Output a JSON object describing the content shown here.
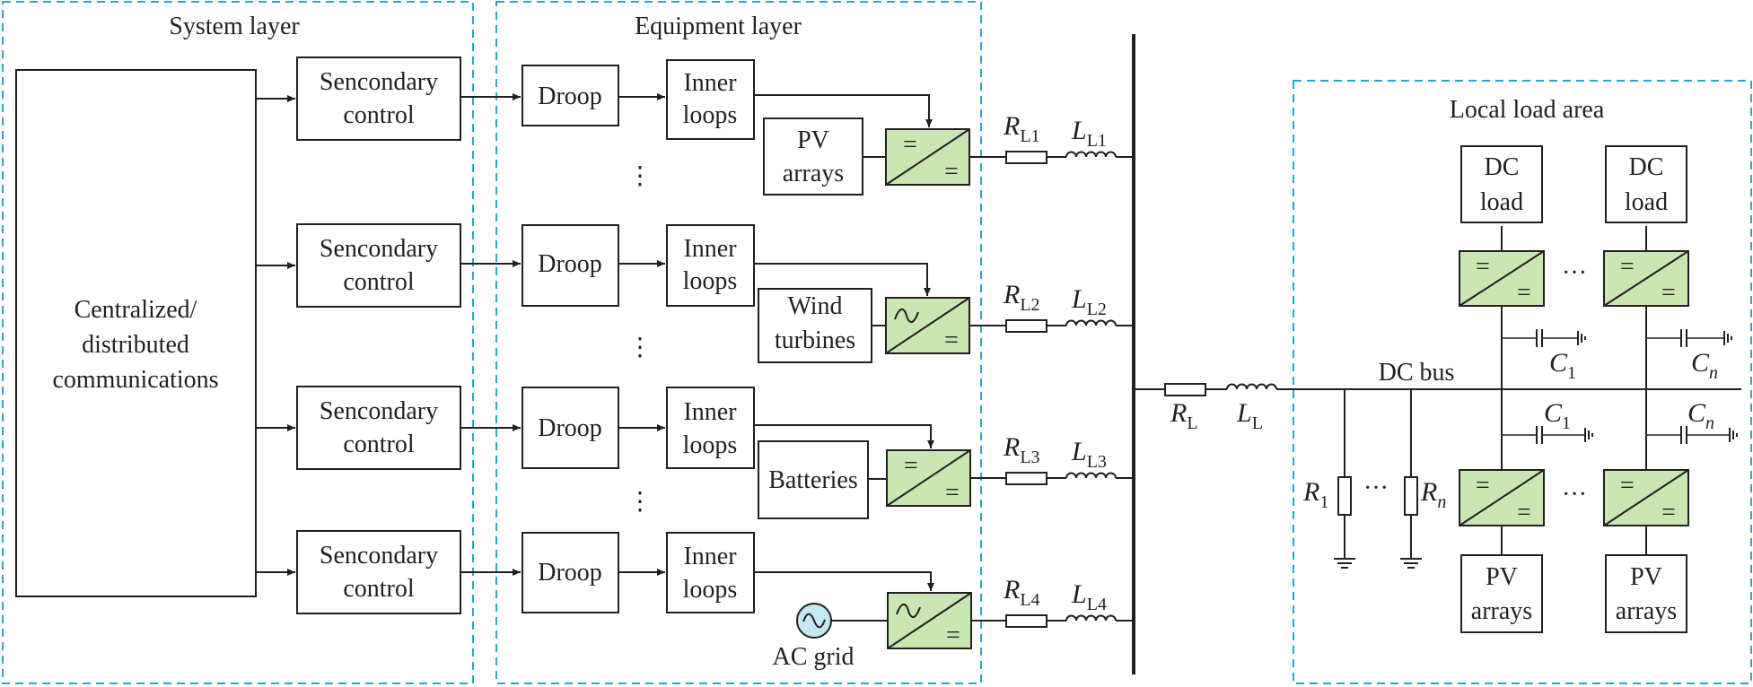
{
  "layers": {
    "system": "System layer",
    "equipment": "Equipment layer",
    "local": "Local load area"
  },
  "comm": {
    "line1": "Centralized/",
    "line2": "distributed",
    "line3": "communications"
  },
  "secondary": {
    "line1": "Sencondary",
    "line2": "control"
  },
  "droop": "Droop",
  "inner": {
    "line1": "Inner",
    "line2": "loops"
  },
  "ellipsis_v": "⋮",
  "ellipsis_h": "···",
  "sources": {
    "pv": {
      "line1": "PV",
      "line2": "arrays"
    },
    "wind": {
      "line1": "Wind",
      "line2": "turbines"
    },
    "battery": "Batteries",
    "ac_grid": "AC grid"
  },
  "symbols": {
    "R": "R",
    "L": "L",
    "C": "C",
    "sub_L": "L",
    "sub_L1": "L1",
    "sub_L2": "L2",
    "sub_L3": "L3",
    "sub_L4": "L4",
    "sub_1": "1",
    "sub_n": "n"
  },
  "dc_bus": "DC bus",
  "dc_load": {
    "line1": "DC",
    "line2": "load"
  },
  "converter_glyphs": {
    "dc": "=",
    "ac": "~"
  },
  "colors": {
    "layer_border": "#2aa6c9",
    "converter_fill": "#c9e6b3",
    "ac_source_fill": "#c6e8f5",
    "line": "#231f20"
  }
}
